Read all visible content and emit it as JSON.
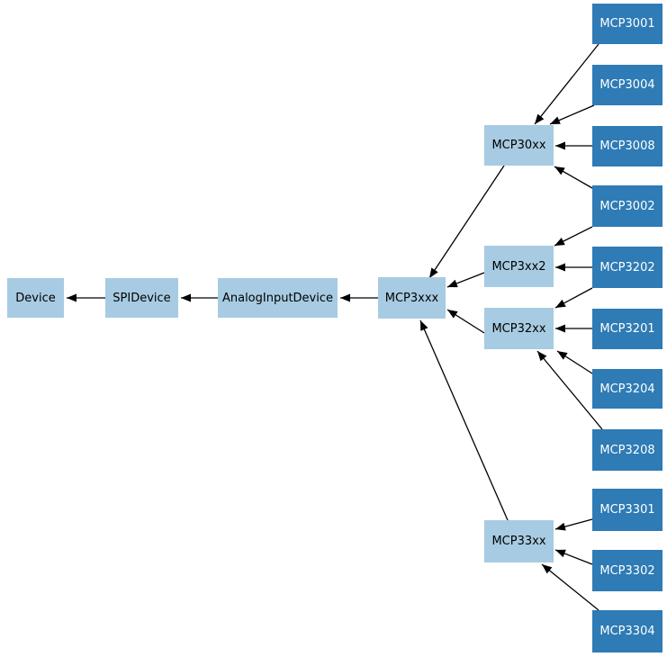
{
  "diagram": {
    "type": "class-inheritance-diagram",
    "colors": {
      "background": "#ffffff",
      "base_node_fill": "#a7cbe2",
      "base_node_text": "#000000",
      "leaf_node_fill": "#2e7bb5",
      "leaf_node_text": "#ffffff",
      "edge": "#000000"
    },
    "nodes": {
      "device": {
        "label": "Device",
        "role": "base"
      },
      "spidevice": {
        "label": "SPIDevice",
        "role": "base"
      },
      "analoginputdevice": {
        "label": "AnalogInputDevice",
        "role": "base"
      },
      "mcp3xxx": {
        "label": "MCP3xxx",
        "role": "base"
      },
      "mcp30xx": {
        "label": "MCP30xx",
        "role": "base"
      },
      "mcp3xx2": {
        "label": "MCP3xx2",
        "role": "base"
      },
      "mcp32xx": {
        "label": "MCP32xx",
        "role": "base"
      },
      "mcp33xx": {
        "label": "MCP33xx",
        "role": "base"
      },
      "mcp3001": {
        "label": "MCP3001",
        "role": "leaf"
      },
      "mcp3004": {
        "label": "MCP3004",
        "role": "leaf"
      },
      "mcp3008": {
        "label": "MCP3008",
        "role": "leaf"
      },
      "mcp3002": {
        "label": "MCP3002",
        "role": "leaf"
      },
      "mcp3202": {
        "label": "MCP3202",
        "role": "leaf"
      },
      "mcp3201": {
        "label": "MCP3201",
        "role": "leaf"
      },
      "mcp3204": {
        "label": "MCP3204",
        "role": "leaf"
      },
      "mcp3208": {
        "label": "MCP3208",
        "role": "leaf"
      },
      "mcp3301": {
        "label": "MCP3301",
        "role": "leaf"
      },
      "mcp3302": {
        "label": "MCP3302",
        "role": "leaf"
      },
      "mcp3304": {
        "label": "MCP3304",
        "role": "leaf"
      }
    },
    "edges": [
      {
        "from": "SPIDevice",
        "to": "Device"
      },
      {
        "from": "AnalogInputDevice",
        "to": "SPIDevice"
      },
      {
        "from": "MCP3xxx",
        "to": "AnalogInputDevice"
      },
      {
        "from": "MCP30xx",
        "to": "MCP3xxx"
      },
      {
        "from": "MCP3xx2",
        "to": "MCP3xxx"
      },
      {
        "from": "MCP32xx",
        "to": "MCP3xxx"
      },
      {
        "from": "MCP33xx",
        "to": "MCP3xxx"
      },
      {
        "from": "MCP3001",
        "to": "MCP30xx"
      },
      {
        "from": "MCP3004",
        "to": "MCP30xx"
      },
      {
        "from": "MCP3008",
        "to": "MCP30xx"
      },
      {
        "from": "MCP3002",
        "to": "MCP30xx"
      },
      {
        "from": "MCP3002",
        "to": "MCP3xx2"
      },
      {
        "from": "MCP3202",
        "to": "MCP3xx2"
      },
      {
        "from": "MCP3202",
        "to": "MCP32xx"
      },
      {
        "from": "MCP3201",
        "to": "MCP32xx"
      },
      {
        "from": "MCP3204",
        "to": "MCP32xx"
      },
      {
        "from": "MCP3208",
        "to": "MCP32xx"
      },
      {
        "from": "MCP3301",
        "to": "MCP33xx"
      },
      {
        "from": "MCP3302",
        "to": "MCP33xx"
      },
      {
        "from": "MCP3304",
        "to": "MCP33xx"
      }
    ]
  }
}
